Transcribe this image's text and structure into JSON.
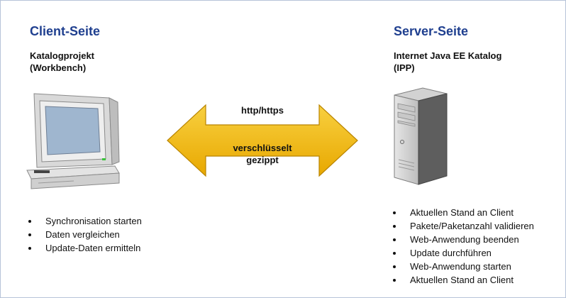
{
  "client": {
    "heading": "Client-Seite",
    "subtitle_line1": "Katalogprojekt",
    "subtitle_line2": "(Workbench)",
    "icon": "desktop-computer-icon",
    "bullets": [
      "Synchronisation starten",
      "Daten vergleichen",
      "Update-Daten ermitteln"
    ]
  },
  "server": {
    "heading": "Server-Seite",
    "subtitle_line1": "Internet Java EE Katalog",
    "subtitle_line2": "(IPP)",
    "icon": "server-tower-icon",
    "bullets": [
      "Aktuellen Stand an Client",
      "Pakete/Paketanzahl validieren",
      "Web-Anwendung beenden",
      "Update durchführen",
      "Web-Anwendung starten",
      "Aktuellen Stand an Client"
    ]
  },
  "connection": {
    "protocol": "http/https",
    "encryption_line1": "verschlüsselt",
    "encryption_line2": "gezippt",
    "arrow_color": "#f0b400",
    "icon": "double-arrow-icon"
  },
  "colors": {
    "heading": "#1f3f8f",
    "border": "#b7c3d9"
  }
}
